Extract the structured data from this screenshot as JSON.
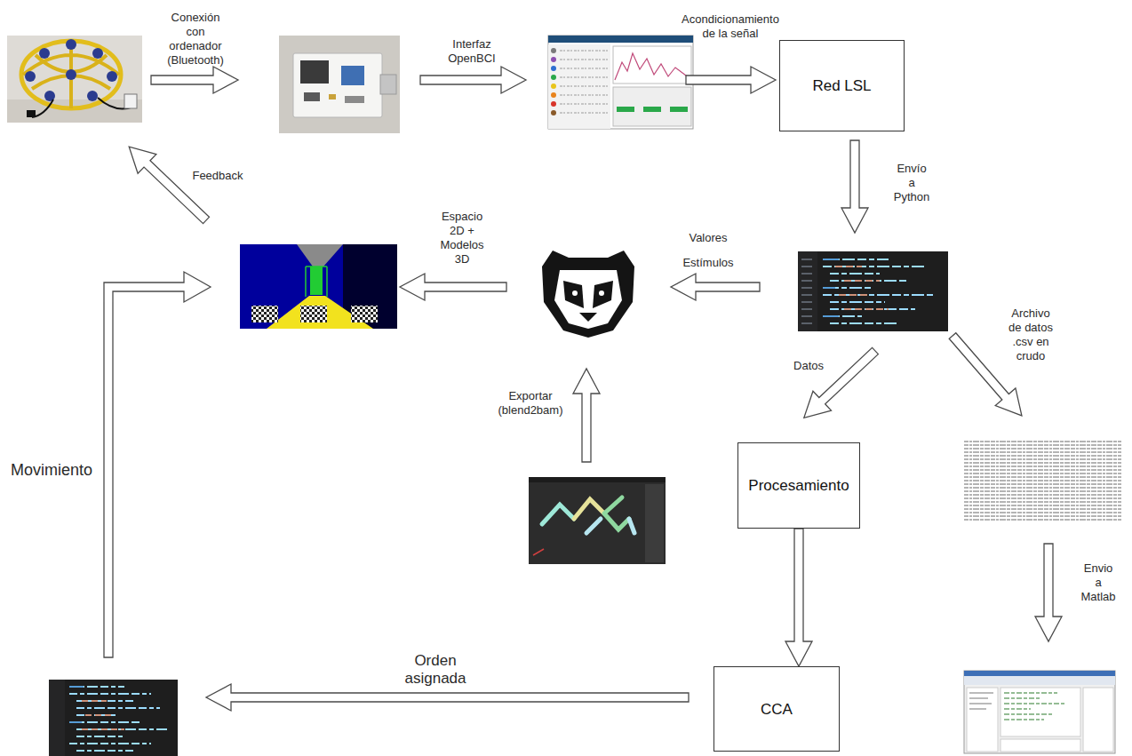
{
  "diagram": {
    "nodes": [
      {
        "text": [
          "Red LSL"
        ]
      },
      {
        "text": [
          "Procesamiento"
        ]
      },
      {
        "text": [
          "CCA"
        ]
      }
    ],
    "edges": [
      {
        "from": 1,
        "to": 2,
        "arrow": "to"
      }
    ],
    "labels": [
      "Conexión con ordenador (Bluetooth)",
      "Interfaz OpenBCI",
      "Acondicionamiento de la señal",
      "Envío a Python",
      "Valores",
      "Estímulos",
      "Espacio 2D + Modelos 3D",
      "Feedback",
      "Exportar (blend2bam)",
      "Datos",
      "Archivo de datos .csv en crudo",
      "Envio a Matlab",
      "Orden asignada",
      "Movimiento"
    ]
  }
}
